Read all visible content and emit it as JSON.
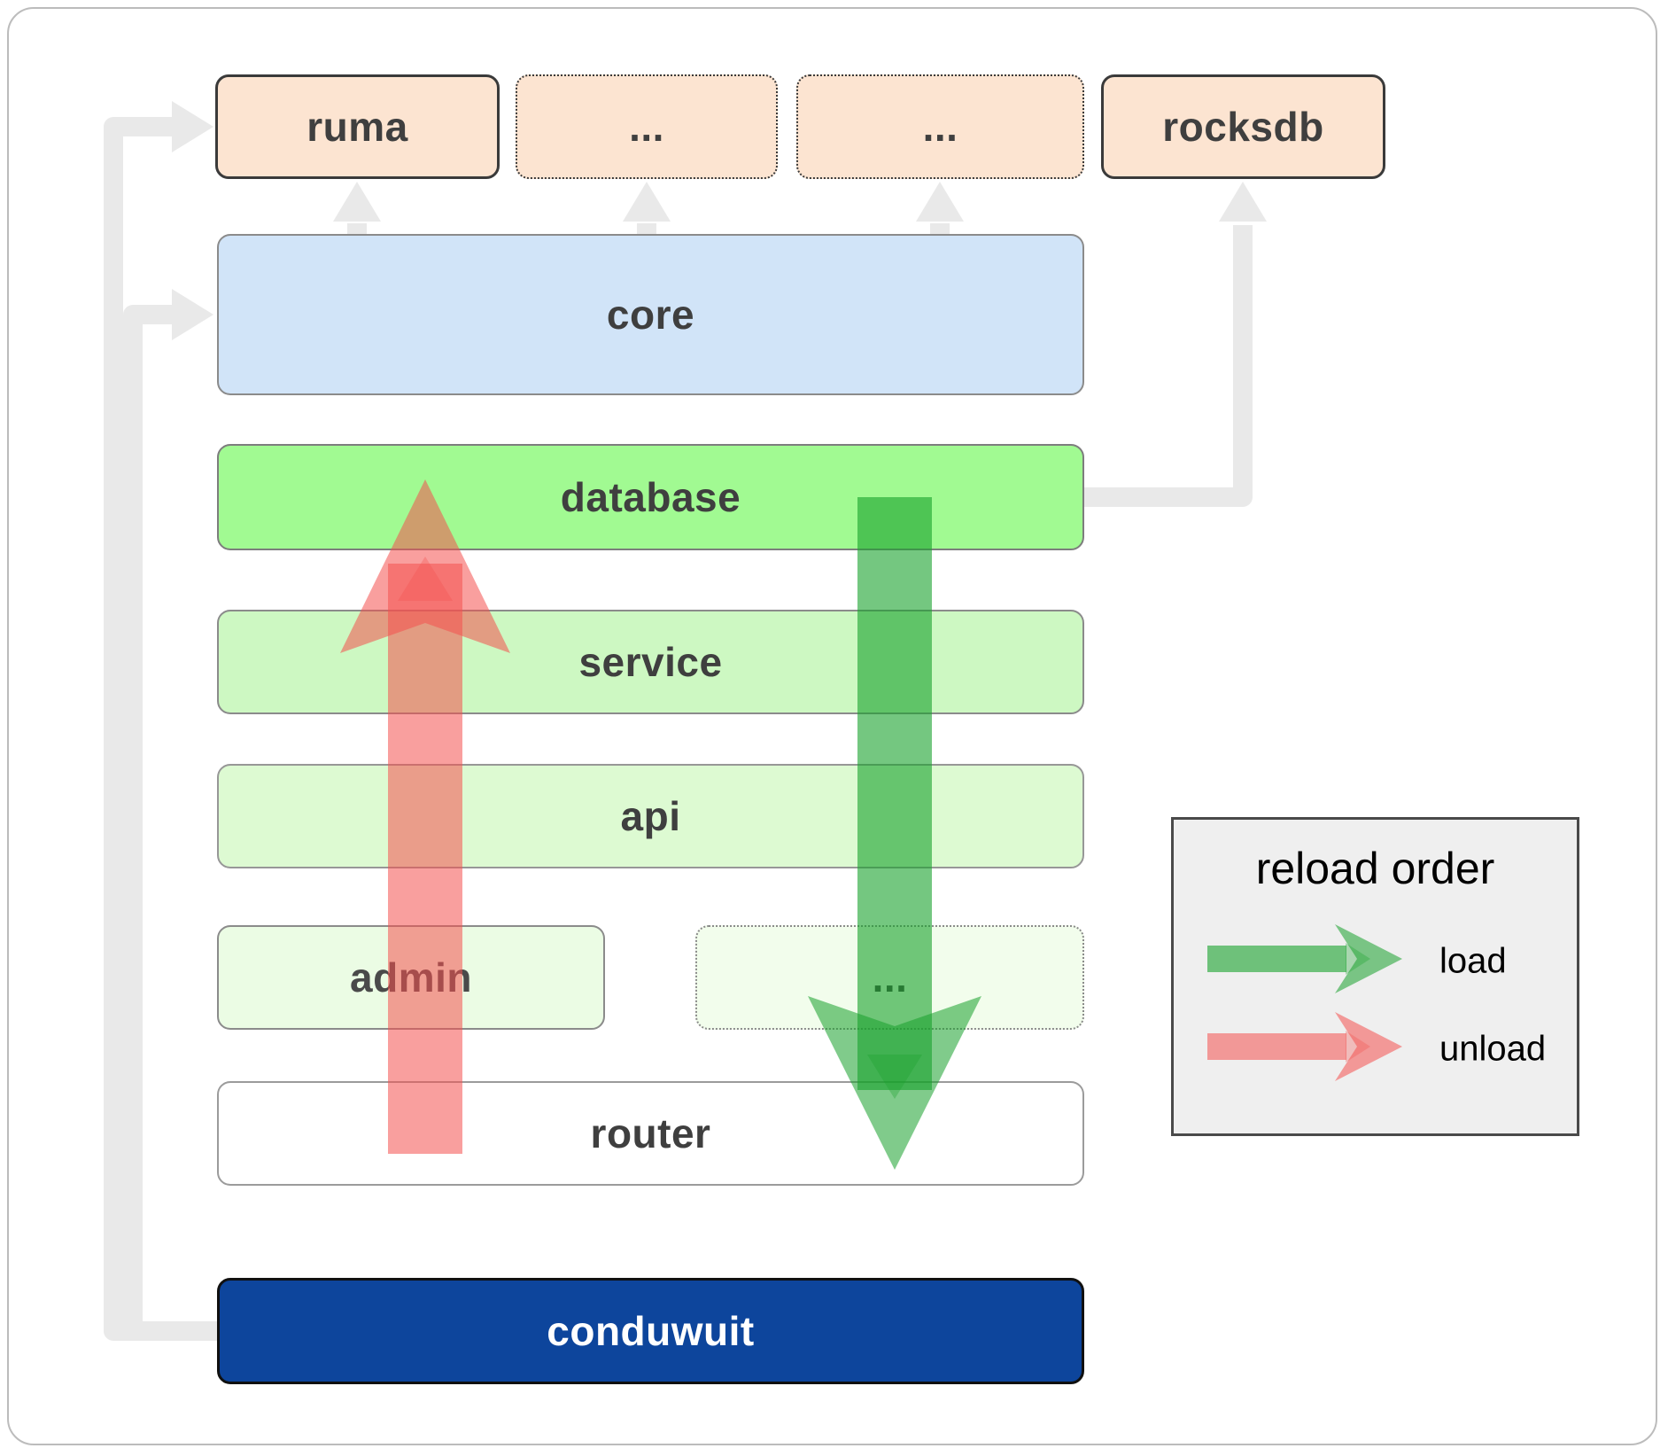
{
  "nodes": {
    "ruma": {
      "label": "ruma"
    },
    "ext_top_1": {
      "label": "..."
    },
    "ext_top_2": {
      "label": "..."
    },
    "rocksdb": {
      "label": "rocksdb"
    },
    "core": {
      "label": "core"
    },
    "database": {
      "label": "database"
    },
    "service": {
      "label": "service"
    },
    "api": {
      "label": "api"
    },
    "admin": {
      "label": "admin"
    },
    "ext_admin": {
      "label": "..."
    },
    "router": {
      "label": "router"
    },
    "conduwuit": {
      "label": "conduwuit"
    }
  },
  "legend": {
    "title": "reload order",
    "items": [
      {
        "label": "load",
        "color": "#18a12c"
      },
      {
        "label": "unload",
        "color": "#f4504f"
      }
    ]
  },
  "colors": {
    "peach_box": "#fce4d1",
    "core_blue": "#d1e4f8",
    "database_green": "#a1fa92",
    "service_green": "#cdf8c2",
    "api_green": "#ddfad2",
    "admin_green": "#ebfce4",
    "admin_ext_green": "#f2fdec",
    "router_white": "#ffffff",
    "conduwuit_navy": "#0d459c",
    "connector_gray": "#e9e9e9",
    "load_arrow_green": "#18a12c",
    "unload_arrow_red": "#f4504f",
    "legend_bg": "#efefef",
    "label_text": "#3f3f3f"
  }
}
